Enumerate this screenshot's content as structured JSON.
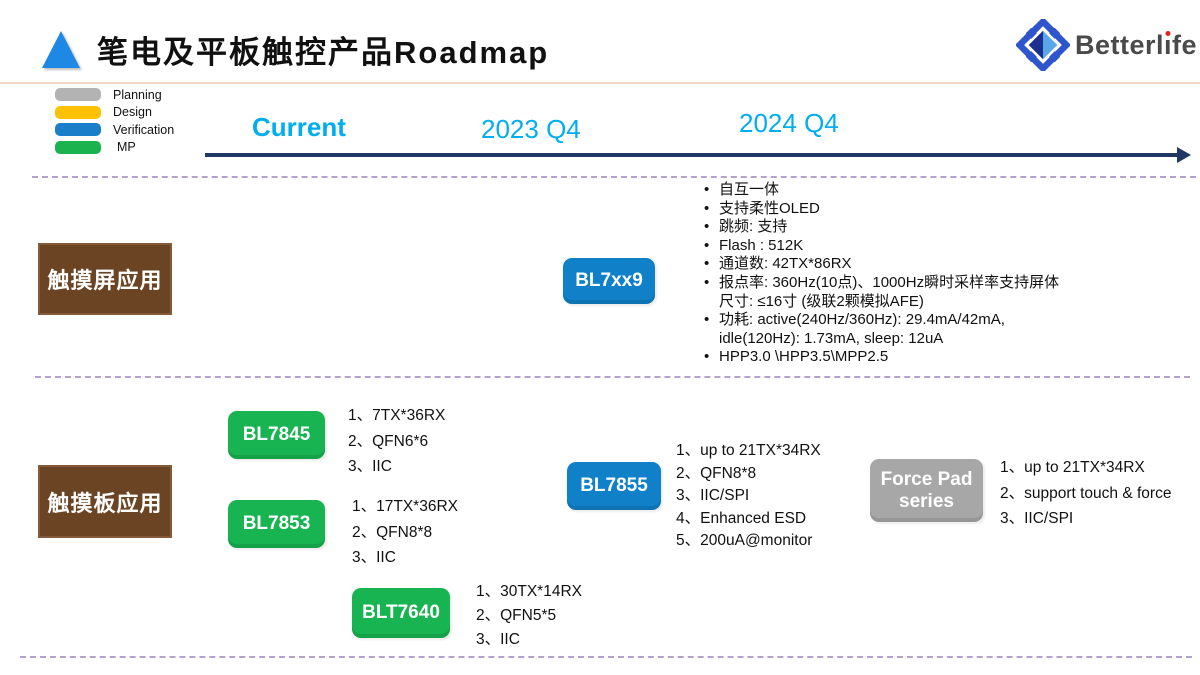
{
  "header": {
    "title": "笔电及平板触控产品Roadmap",
    "brand": {
      "prefix": "Betterl",
      "i": "ı",
      "suffix": "fe",
      "name": "Betterlife",
      "dot_color": "#E02424"
    }
  },
  "legend": [
    {
      "label": "Planning",
      "color": "#B3B3B3"
    },
    {
      "label": "Design",
      "color": "#FFC103"
    },
    {
      "label": "Verification",
      "color": "#1B7EC8"
    },
    {
      "label": "MP",
      "color": "#1AB34E"
    }
  ],
  "timeline": {
    "current": "Current",
    "q2023": "2023 Q4",
    "q2024": "2024 Q4",
    "label_color": "#00AEEF",
    "arrow_color": "#1F3864"
  },
  "rows": {
    "touchscreen": {
      "label": "触摸屏应用",
      "product": {
        "name": "BL7xx9",
        "stage": "Verification",
        "color": "#1080C8"
      },
      "specs": [
        "自互一体",
        "支持柔性OLED",
        "跳频: 支持",
        "Flash : 512K",
        "通道数: 42TX*86RX",
        "报点率: 360Hz(10点)、1000Hz瞬时采样率支持屏体\n尺寸: ≤16寸 (级联2颗模拟AFE)",
        "功耗: active(240Hz/360Hz): 29.4mA/42mA,\nidle(120Hz): 1.73mA, sleep: 12uA",
        "HPP3.0 \\HPP3.5\\MPP2.5"
      ]
    },
    "touchpad": {
      "label": "触摸板应用",
      "products": [
        {
          "name": "BL7845",
          "stage": "MP",
          "color": "#18B451",
          "specs": [
            "1、7TX*36RX",
            "2、QFN6*6",
            "3、IIC"
          ]
        },
        {
          "name": "BL7853",
          "stage": "MP",
          "color": "#18B451",
          "specs": [
            "1、17TX*36RX",
            "2、QFN8*8",
            "3、IIC"
          ]
        },
        {
          "name": "BL7855",
          "stage": "Verification",
          "color": "#1080C8",
          "specs": [
            "1、up to 21TX*34RX",
            "2、QFN8*8",
            "3、IIC/SPI",
            "4、Enhanced ESD",
            "5、200uA@monitor"
          ]
        },
        {
          "name": "Force Pad series",
          "stage": "Planning",
          "color": "#A7A7A7",
          "specs": [
            "1、up to 21TX*34RX",
            "2、support touch & force",
            "3、IIC/SPI"
          ]
        },
        {
          "name": "BLT7640",
          "stage": "MP",
          "color": "#18B451",
          "specs": [
            "1、30TX*14RX",
            "2、QFN5*5",
            "3、IIC"
          ]
        }
      ]
    }
  }
}
